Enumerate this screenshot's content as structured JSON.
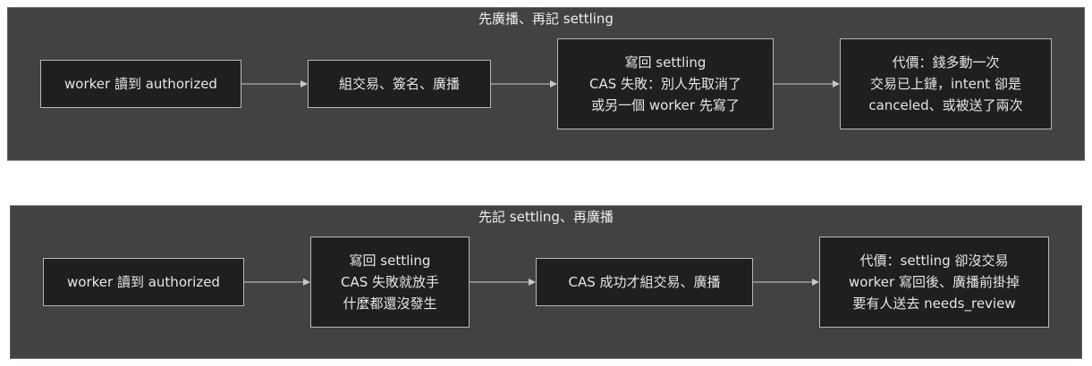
{
  "colors": {
    "panel_background": "#414341",
    "node_background": "#1e1f1e",
    "node_border": "#b8b8b8",
    "text": "#e6e6e6",
    "arrow": "#c8c8c8"
  },
  "panels": [
    {
      "title": "先廣播、再記 settling",
      "nodes": [
        {
          "lines": [
            "worker 讀到 authorized"
          ]
        },
        {
          "lines": [
            "組交易、簽名、廣播"
          ]
        },
        {
          "lines": [
            "寫回 settling",
            "CAS 失敗：別人先取消了",
            "或另一個 worker 先寫了"
          ]
        },
        {
          "lines": [
            "代價：錢多動一次",
            "交易已上鏈，intent 卻是",
            "canceled、或被送了兩次"
          ]
        }
      ]
    },
    {
      "title": "先記 settling、再廣播",
      "nodes": [
        {
          "lines": [
            "worker 讀到 authorized"
          ]
        },
        {
          "lines": [
            "寫回 settling",
            "CAS 失敗就放手",
            "什麼都還沒發生"
          ]
        },
        {
          "lines": [
            "CAS 成功才組交易、廣播"
          ]
        },
        {
          "lines": [
            "代價：settling 卻沒交易",
            "worker 寫回後、廣播前掛掉",
            "要有人送去 needs_review"
          ]
        }
      ]
    }
  ]
}
